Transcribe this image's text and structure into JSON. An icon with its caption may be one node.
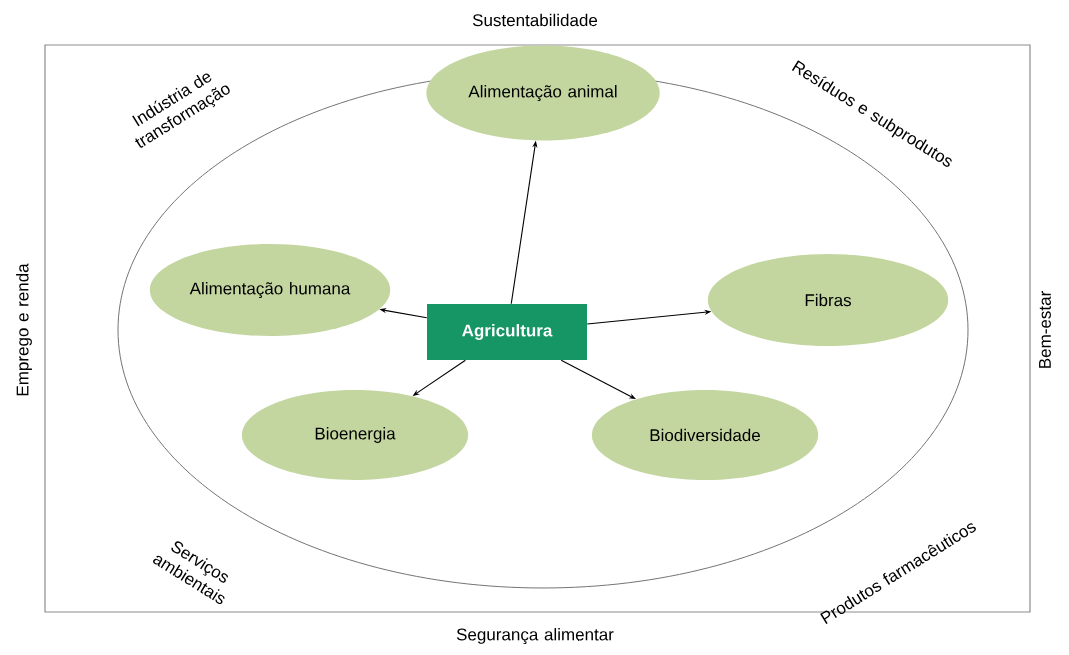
{
  "diagram": {
    "nodes": [
      {
        "text": [
          "Agricultura"
        ]
      },
      {
        "text": [
          "Alimentação animal"
        ]
      },
      {
        "text": [
          "Alimentação humana"
        ]
      },
      {
        "text": [
          "Fibras"
        ]
      },
      {
        "text": [
          "Bioenergia"
        ]
      },
      {
        "text": [
          "Biodiversidade"
        ]
      }
    ],
    "edges": [
      {
        "from": 0,
        "to": 1,
        "arrow": "to"
      },
      {
        "from": 0,
        "to": 2,
        "arrow": "to"
      },
      {
        "from": 0,
        "to": 3,
        "arrow": "to"
      },
      {
        "from": 0,
        "to": 4,
        "arrow": "to"
      },
      {
        "from": 0,
        "to": 5,
        "arrow": "to"
      }
    ],
    "labels": [
      "Sustentabilidade",
      "Indústria de transformação",
      "Resíduos e subprodutos",
      "Emprego e renda",
      "Bem-estar",
      "Serviços ambientais",
      "Produtos farmacêuticos",
      "Segurança alimentar"
    ]
  }
}
